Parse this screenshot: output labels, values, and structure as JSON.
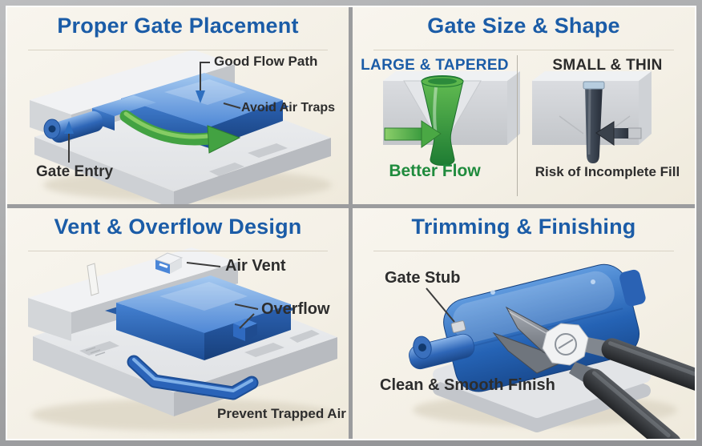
{
  "colors": {
    "panel_background": "#f4f0e6",
    "frame_gray": "#a3a4a6",
    "divider_gray": "#9b9c9e",
    "title_blue": "#1b5ca7",
    "label_dark": "#2d2d2d",
    "flow_green": "#1f8b3d",
    "part_blue": "#2e72c7",
    "mold_gray": "#d5d7db",
    "gate_dark_slate": "#3a4654"
  },
  "panels": {
    "gate_placement": {
      "title": "Proper Gate Placement",
      "label_good_flow": "Good Flow Path",
      "label_air_traps": "Avoid Air Traps",
      "label_gate_entry": "Gate Entry"
    },
    "gate_size": {
      "title": "Gate Size & Shape",
      "left_heading": "LARGE & TAPERED",
      "left_caption": "Better Flow",
      "right_heading": "SMALL & THIN",
      "right_caption": "Risk of Incomplete Fill"
    },
    "vent_overflow": {
      "title": "Vent & Overflow Design",
      "label_air_vent": "Air Vent",
      "label_overflow": "Overflow",
      "label_footnote": "Prevent Trapped Air"
    },
    "trimming": {
      "title": "Trimming & Finishing",
      "label_gate_stub": "Gate Stub",
      "label_caption": "Clean & Smooth Finish"
    }
  }
}
